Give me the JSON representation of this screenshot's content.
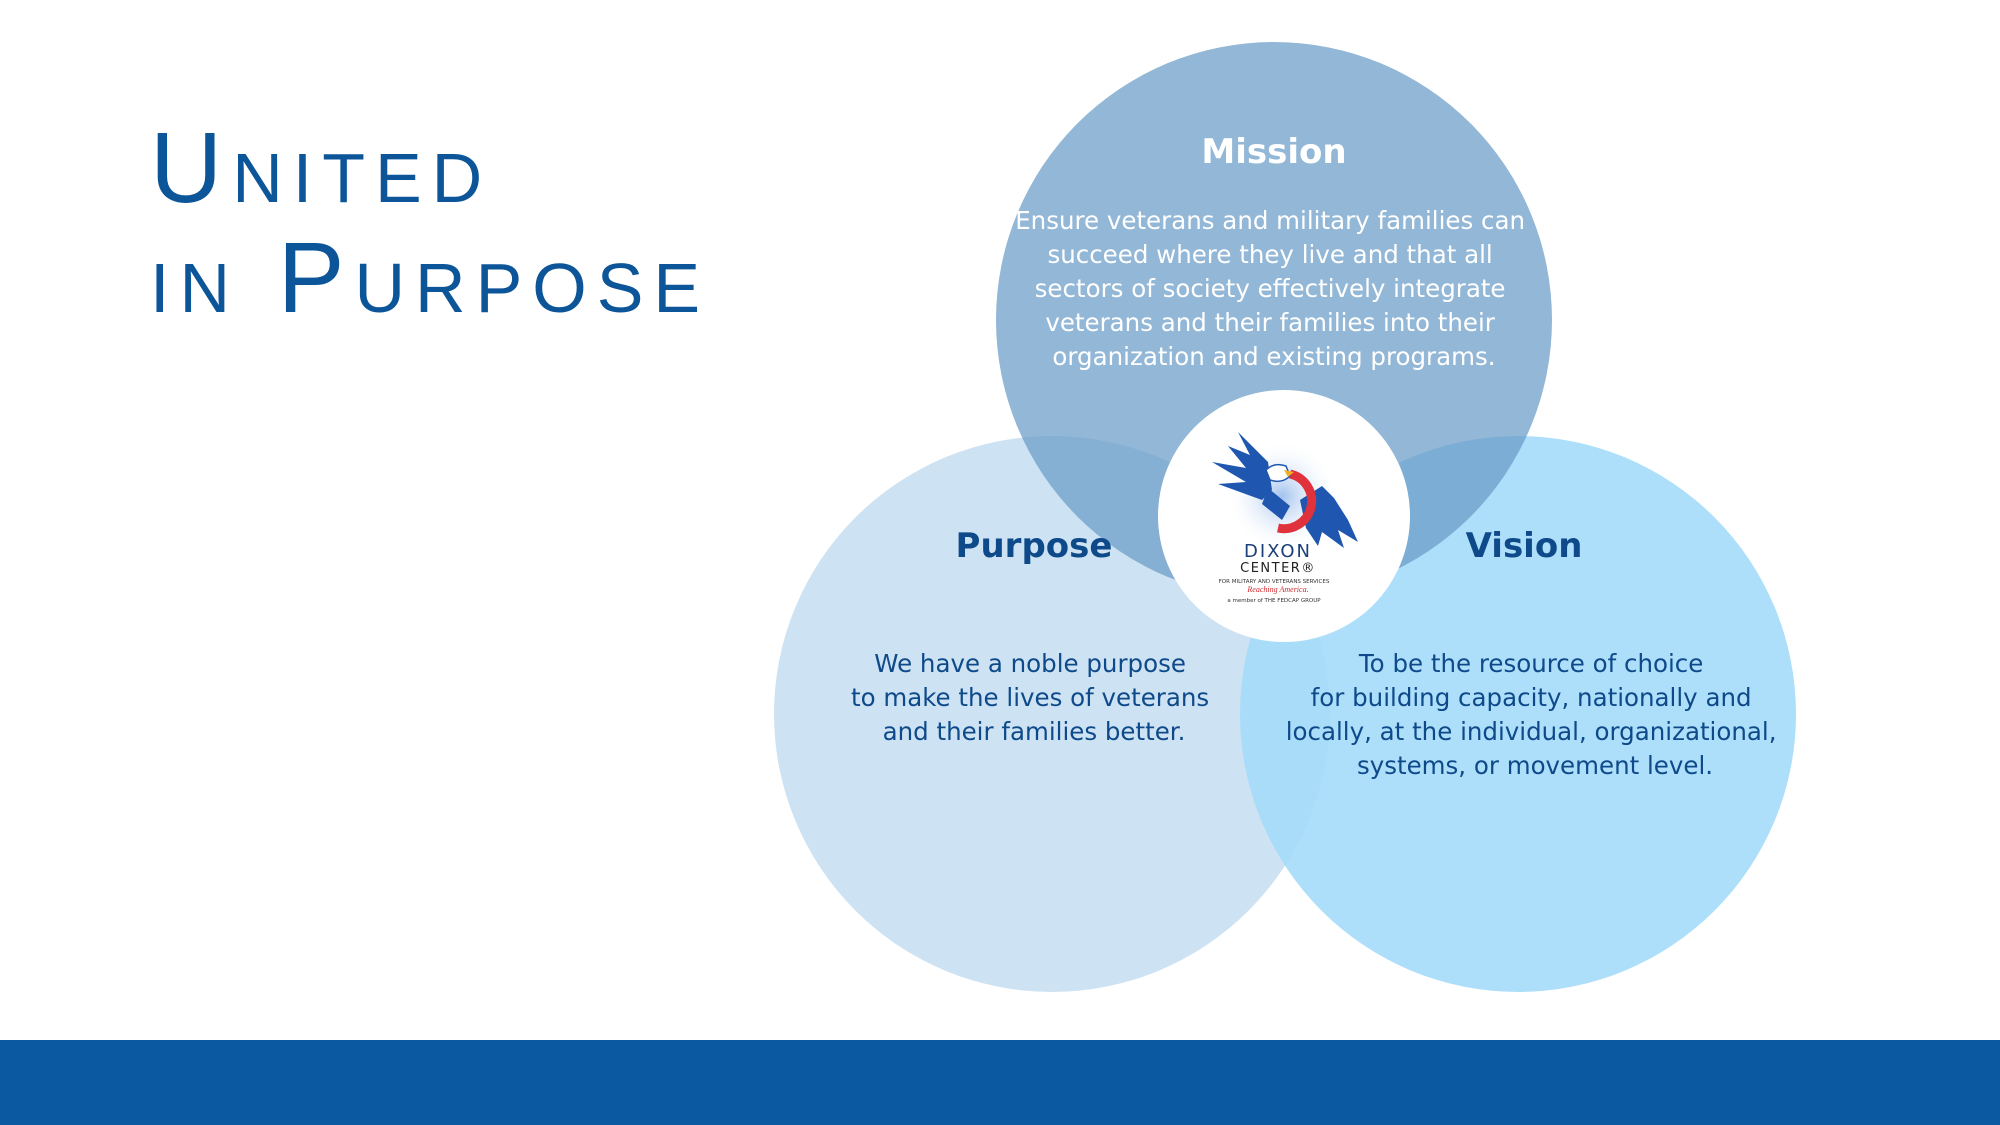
{
  "title": {
    "line1": "United",
    "line2": "in Purpose"
  },
  "venn": {
    "mission": {
      "heading": "Mission",
      "lines": [
        "Ensure veterans and military families can",
        "succeed where they live and that all",
        "sectors of society effectively integrate",
        "veterans and their families into their",
        "organization and existing programs."
      ]
    },
    "purpose": {
      "heading": "Purpose",
      "lines": [
        "We have a noble purpose",
        "to make the lives of veterans",
        "and their families better."
      ]
    },
    "vision": {
      "heading": "Vision",
      "lines": [
        "To be the resource of choice",
        "for building capacity, nationally and",
        "locally, at the individual, organizational,",
        "systems, or movement level."
      ]
    }
  },
  "logo": {
    "name_line1": "DIXON",
    "name_line2": "CENTER®",
    "sub1": "FOR MILITARY AND VETERANS SERVICES",
    "tagline": "Reaching America.",
    "member": "a member of THE FEDCAP GROUP"
  },
  "colors": {
    "title": "#0c5599",
    "mission_circle": "#6a9bc6",
    "purpose_circle": "#cde2f3",
    "vision_circle": "#a6dbfa",
    "footer": "#0b5aa1",
    "dark_text": "#0e4a8a"
  }
}
